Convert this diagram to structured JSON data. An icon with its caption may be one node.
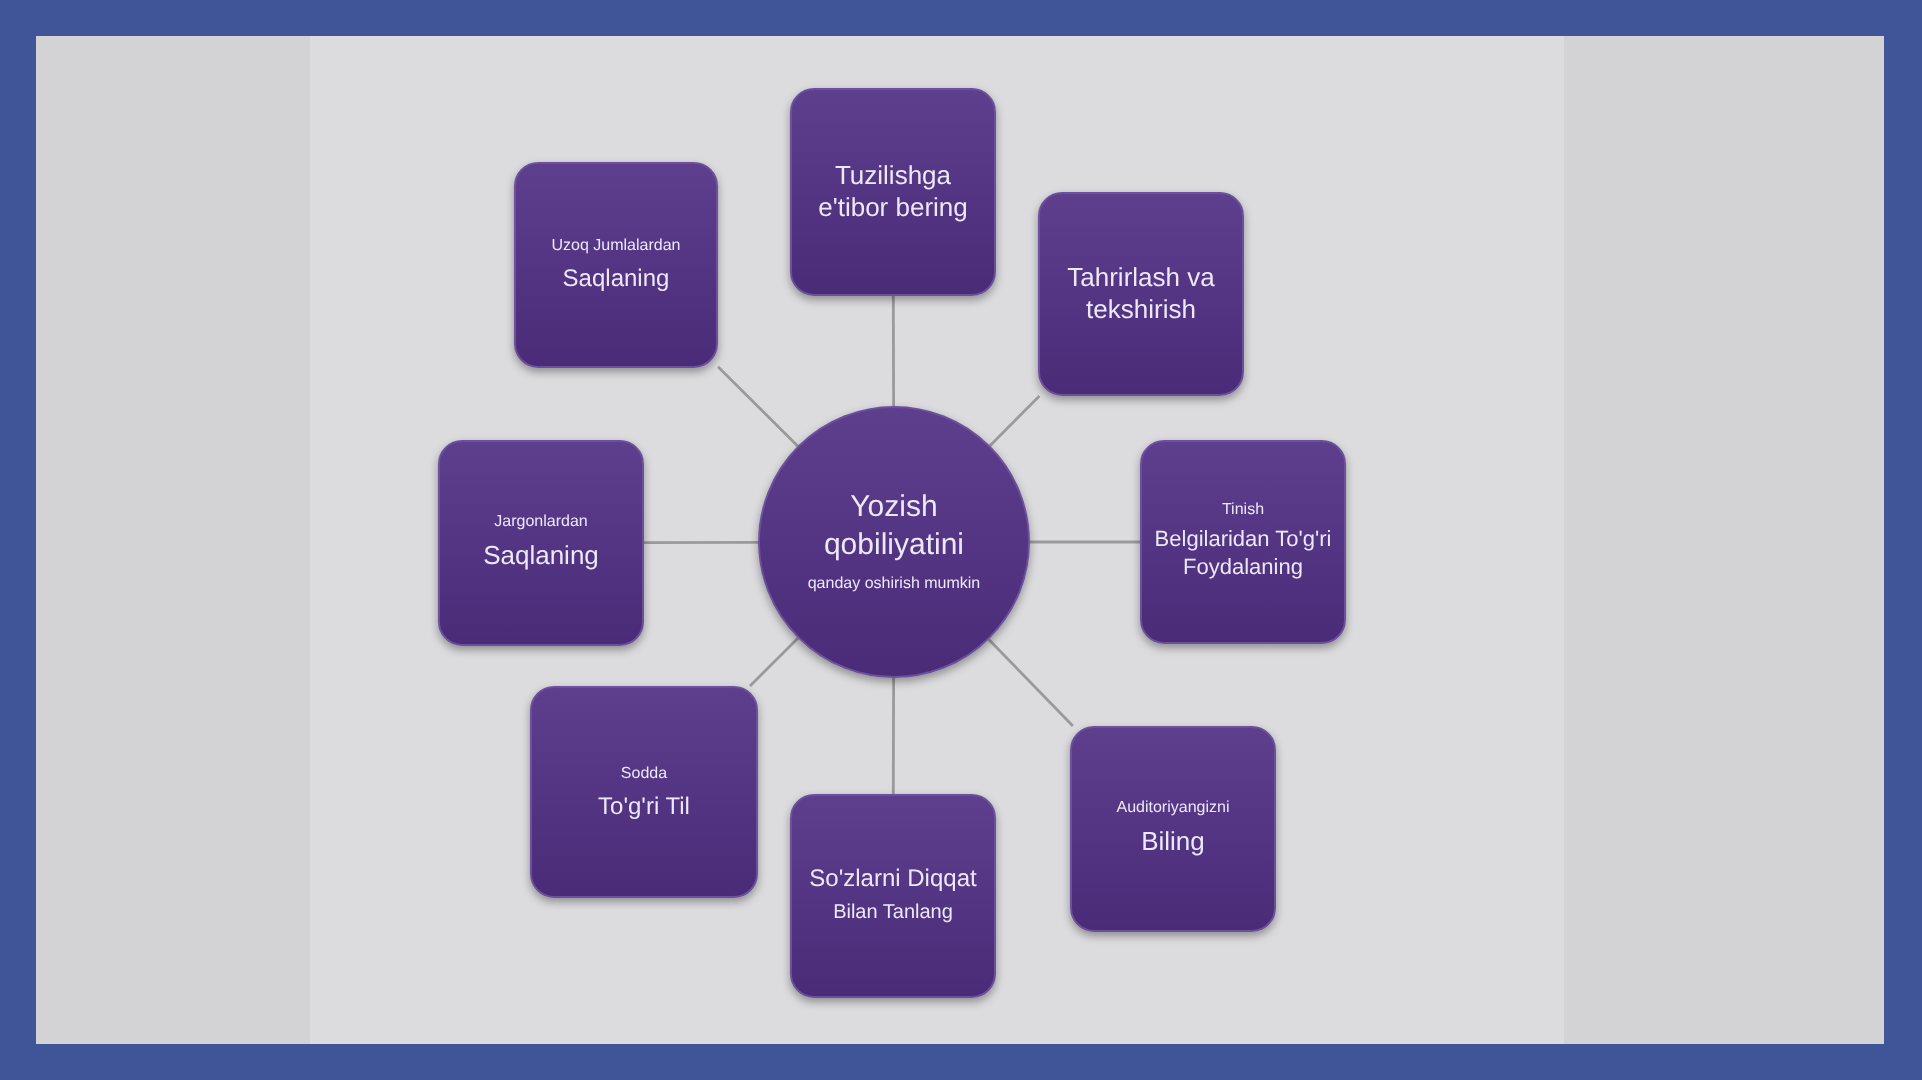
{
  "diagram": {
    "nodes": [
      {
        "text": [
          "Yozish qobiliyatini",
          "qanday oshirish mumkin"
        ]
      },
      {
        "text": [
          "Tuzilishga e'tibor bering"
        ]
      },
      {
        "text": [
          "Tahrirlash va tekshirish"
        ]
      },
      {
        "text": [
          "Tinish",
          "Belgilaridan To'g'ri Foydalaning"
        ]
      },
      {
        "text": [
          "Auditoriyangizni",
          "Biling"
        ]
      },
      {
        "text": [
          "So'zlarni Diqqat",
          "Bilan Tanlang"
        ]
      },
      {
        "text": [
          "Sodda",
          "To'g'ri Til"
        ]
      },
      {
        "text": [
          "Jargonlardan",
          "Saqlaning"
        ]
      },
      {
        "text": [
          "Uzoq Jumlalardan",
          "Saqlaning"
        ]
      }
    ],
    "edges": [
      {
        "from": 0,
        "to": 1,
        "arrow": "none"
      },
      {
        "from": 0,
        "to": 2,
        "arrow": "none"
      },
      {
        "from": 0,
        "to": 3,
        "arrow": "none"
      },
      {
        "from": 0,
        "to": 4,
        "arrow": "none"
      },
      {
        "from": 0,
        "to": 5,
        "arrow": "none"
      },
      {
        "from": 0,
        "to": 6,
        "arrow": "none"
      },
      {
        "from": 0,
        "to": 7,
        "arrow": "none"
      },
      {
        "from": 0,
        "to": 8,
        "arrow": "none"
      }
    ]
  }
}
